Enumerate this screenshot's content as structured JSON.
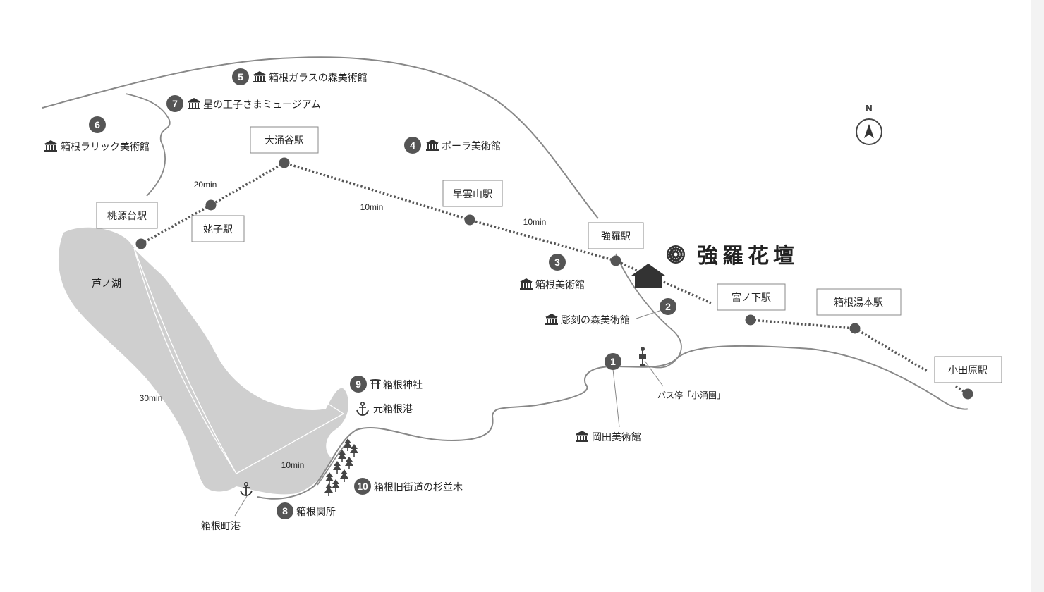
{
  "stations": {
    "togendai": "桃源台駅",
    "ubako": "姥子駅",
    "owakudani": "大涌谷駅",
    "sounzan": "早雲山駅",
    "gora": "強羅駅",
    "miyanoshita": "宮ノ下駅",
    "hakone_yumoto": "箱根湯本駅",
    "odawara": "小田原駅"
  },
  "travel_times": {
    "togendai_owakudani": "20min",
    "owakudani_sounzan": "10min",
    "sounzan_gora": "10min",
    "lake_crossing": "30min",
    "motohakone_hakonemachi": "10min"
  },
  "lake": {
    "name": "芦ノ湖"
  },
  "ports": {
    "hakonemachi": "箱根町港",
    "motohakone": "元箱根港"
  },
  "bus_stop": {
    "label": "バス停「小涌園」"
  },
  "hotel": {
    "name": "強羅花壇"
  },
  "compass": {
    "label": "N"
  },
  "spots": [
    {
      "num": "1",
      "label": "岡田美術館",
      "icon": "museum-icon"
    },
    {
      "num": "2",
      "label": "彫刻の森美術館",
      "icon": "museum-icon"
    },
    {
      "num": "3",
      "label": "箱根美術館",
      "icon": "museum-icon"
    },
    {
      "num": "4",
      "label": "ポーラ美術館",
      "icon": "museum-icon"
    },
    {
      "num": "5",
      "label": "箱根ガラスの森美術館",
      "icon": "museum-icon"
    },
    {
      "num": "6",
      "label": "箱根ラリック美術館",
      "icon": "museum-icon"
    },
    {
      "num": "7",
      "label": "星の王子さまミュージアム",
      "icon": "museum-icon"
    },
    {
      "num": "8",
      "label": "箱根関所",
      "icon": "none"
    },
    {
      "num": "9",
      "label": "箱根神社",
      "icon": "torii-icon"
    },
    {
      "num": "10",
      "label": "箱根旧街道の杉並木",
      "icon": "tree-icon"
    }
  ]
}
